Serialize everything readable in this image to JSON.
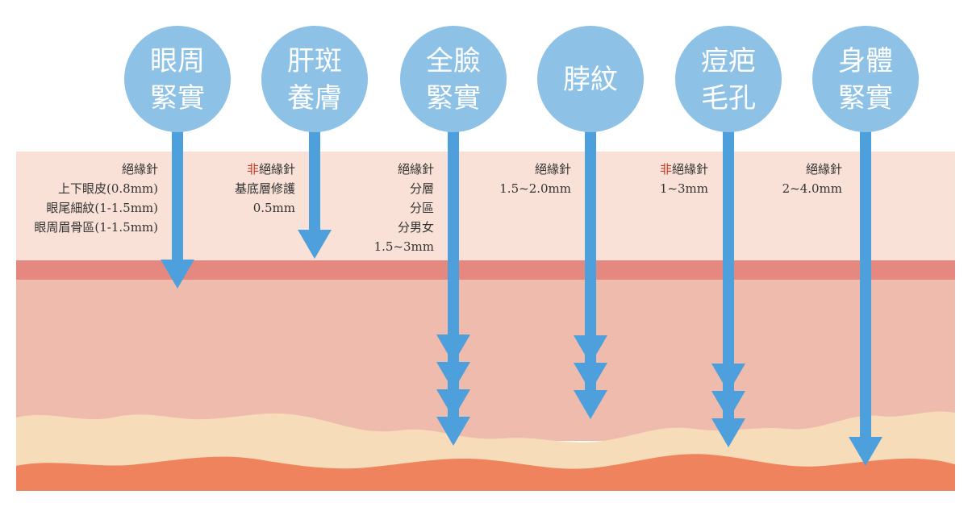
{
  "colors": {
    "epidermis": "#f9e1d7",
    "dermal_band": "#e5887f",
    "dermis": "#efbbad",
    "fat": "#f6dcb9",
    "muscle": "#ef835d",
    "circle": "#8dc1e6",
    "arrow": "#4ea0dc",
    "text": "#333333",
    "highlight": "#c0392b"
  },
  "treatments": [
    {
      "title_lines": [
        "眼周",
        "緊實"
      ],
      "info_lines": [
        {
          "pre": "",
          "text": "絕緣針"
        },
        {
          "pre": "",
          "text": "上下眼皮(0.8mm)"
        },
        {
          "pre": "",
          "text": "眼尾細紋(1-1.5mm)"
        },
        {
          "pre": "",
          "text": "眼周眉骨區(1-1.5mm)"
        }
      ],
      "arrow_heads": 1
    },
    {
      "title_lines": [
        "肝斑",
        "養膚"
      ],
      "info_lines": [
        {
          "pre": "非",
          "text": "絕緣針"
        },
        {
          "pre": "",
          "text": "基底層修護"
        },
        {
          "pre": "",
          "text": "0.5mm"
        }
      ],
      "arrow_heads": 1
    },
    {
      "title_lines": [
        "全臉",
        "緊實"
      ],
      "info_lines": [
        {
          "pre": "",
          "text": "絕緣針"
        },
        {
          "pre": "",
          "text": "分層"
        },
        {
          "pre": "",
          "text": "分區"
        },
        {
          "pre": "",
          "text": "分男女"
        },
        {
          "pre": "",
          "text": "1.5~3mm"
        }
      ],
      "arrow_heads": 4
    },
    {
      "title_lines": [
        "脖紋"
      ],
      "info_lines": [
        {
          "pre": "",
          "text": "絕緣針"
        },
        {
          "pre": "",
          "text": "1.5~2.0mm"
        }
      ],
      "arrow_heads": 3
    },
    {
      "title_lines": [
        "痘疤",
        "毛孔"
      ],
      "info_lines": [
        {
          "pre": "非",
          "text": "絕緣針"
        },
        {
          "pre": "",
          "text": "1~3mm"
        }
      ],
      "arrow_heads": 3
    },
    {
      "title_lines": [
        "身體",
        "緊實"
      ],
      "info_lines": [
        {
          "pre": "",
          "text": "絕緣針"
        },
        {
          "pre": "",
          "text": "2~4.0mm"
        }
      ],
      "arrow_heads": 1
    }
  ]
}
